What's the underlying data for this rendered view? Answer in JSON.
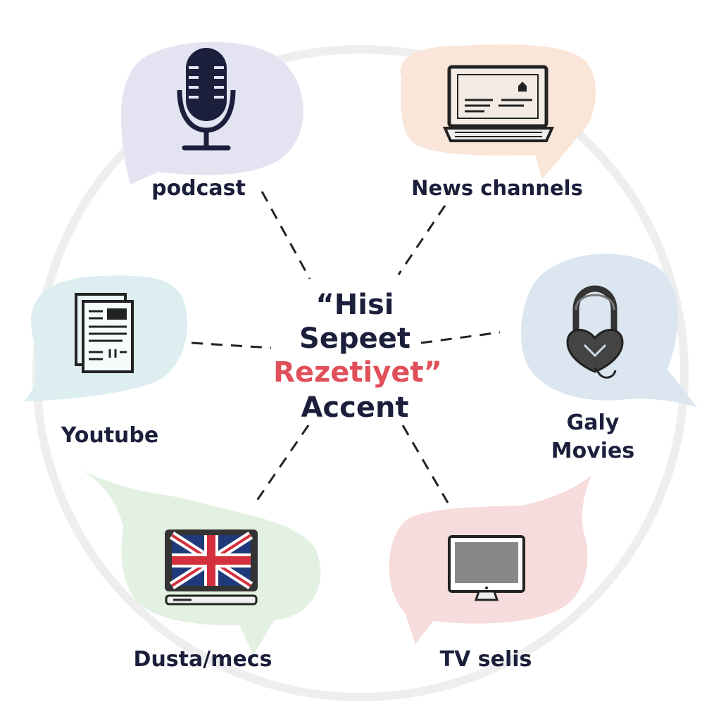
{
  "center": {
    "line1": "“Hisi",
    "line2": "Sepeet",
    "line3": "Rezetiyet”",
    "line4": "Accent"
  },
  "nodes": [
    {
      "id": "podcast",
      "label": "podcast",
      "icon": "microphone-icon",
      "bubble_color": "#e4e3f2"
    },
    {
      "id": "news",
      "label": "News channels",
      "icon": "laptop-icon",
      "bubble_color": "#f9e6d8"
    },
    {
      "id": "youtube",
      "label": "Youtube",
      "icon": "newspaper-icon",
      "bubble_color": "#dceef0"
    },
    {
      "id": "movies",
      "label_line1": "Galy",
      "label_line2": "Movies",
      "icon": "headphones-icon",
      "bubble_color": "#dbe6f1"
    },
    {
      "id": "dusta",
      "label": "Dusta/mecs",
      "icon": "uk-flag-laptop-icon",
      "bubble_color": "#e2f1e2"
    },
    {
      "id": "tv",
      "label": "TV selis",
      "icon": "monitor-icon",
      "bubble_color": "#f6dcdc"
    }
  ],
  "colors": {
    "text_dark": "#1c1f3b",
    "accent_red": "#e0505a",
    "ring": "#eeeeee",
    "dash": "#222222"
  }
}
